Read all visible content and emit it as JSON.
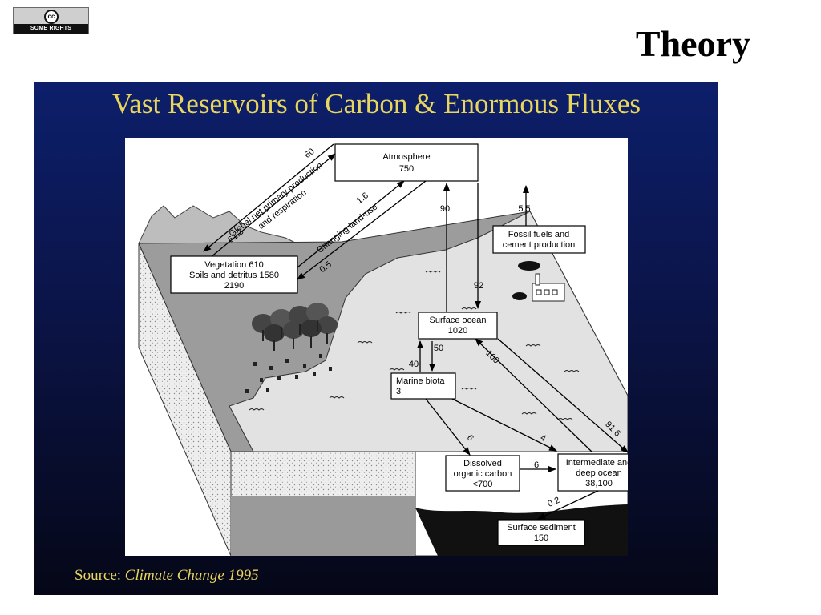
{
  "license_badge": {
    "symbol": "cc",
    "text": "SOME RIGHTS RESERVED"
  },
  "page_title": "Theory",
  "slide": {
    "heading": "Vast Reservoirs of Carbon & Enormous Fluxes",
    "source_prefix": "Source: ",
    "source_title": "Climate Change 1995"
  },
  "diagram": {
    "boxes": {
      "atmosphere": [
        "Atmosphere",
        "750"
      ],
      "vegetation": [
        "Vegetation  610",
        "Soils and detritus  1580",
        "2190"
      ],
      "fossil": [
        "Fossil fuels and",
        "cement production"
      ],
      "surface_ocean": [
        "Surface ocean",
        "1020"
      ],
      "marine_biota": [
        "Marine biota",
        "3"
      ],
      "doc": [
        "Dissolved",
        "organic carbon",
        "<700"
      ],
      "deep_ocean": [
        "Intermediate and",
        "deep ocean",
        "38,100"
      ],
      "sediment": [
        "Surface sediment",
        "150"
      ]
    },
    "fluxes": {
      "npp_value": "60",
      "npp_label_1": "Global net primary production",
      "npp_label_2": "and respiration",
      "npp_return": "61.3",
      "landuse_value": "1.6",
      "landuse_label": "Changing land-use",
      "landuse_return": "0.5",
      "ocean_to_atm": "90",
      "atm_to_ocean": "92",
      "fossil_flux": "5.5",
      "bio_up": "40",
      "bio_down": "50",
      "deep_up": "100",
      "deep_down": "91.6",
      "bio_to_doc": "6",
      "bio_to_deep": "4",
      "doc_to_deep": "6",
      "deep_to_sed": "0.2"
    }
  }
}
